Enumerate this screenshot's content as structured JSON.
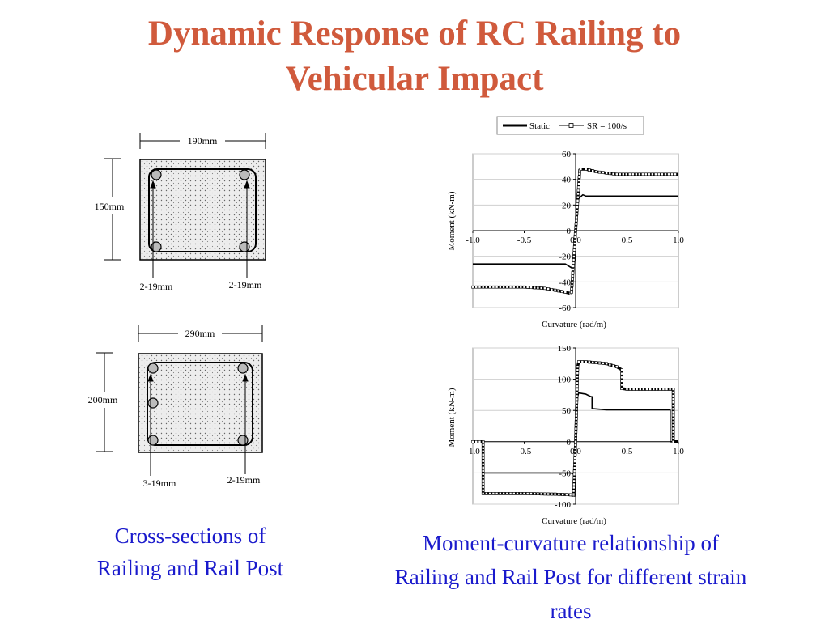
{
  "slide": {
    "title_line1": "Dynamic Response of RC Railing to",
    "title_line2": "Vehicular Impact",
    "caption_left_line1": "Cross-sections of",
    "caption_left_line2": "Railing and Rail Post",
    "caption_right_line1": "Moment-curvature relationship of",
    "caption_right_line2": "Railing and Rail Post for different strain",
    "caption_right_line3": "rates"
  },
  "sections": {
    "railing": {
      "width_label": "190mm",
      "height_label": "150mm",
      "bar_left_label": "2-19mm",
      "bar_right_label": "2-19mm"
    },
    "post": {
      "width_label": "290mm",
      "height_label": "200mm",
      "bar_left_label": "3-19mm",
      "bar_right_label": "2-19mm"
    }
  },
  "colors": {
    "title": "#d05a3c",
    "caption": "#1a1acc"
  },
  "chart_data": [
    {
      "type": "line",
      "xlabel": "Curvature (rad/m)",
      "ylabel": "Moment (kN-m)",
      "xlim": [
        -1.0,
        1.0
      ],
      "ylim": [
        -60,
        60
      ],
      "xticks": [
        "-1.0",
        "-0.5",
        "0.0",
        "0.5",
        "1.0"
      ],
      "yticks": [
        "60",
        "40",
        "20",
        "0",
        "-20",
        "-40",
        "-60"
      ],
      "grid": true,
      "legend": "top",
      "series": [
        {
          "name": "Static",
          "x": [
            -1.0,
            -0.6,
            -0.1,
            -0.04,
            -0.02,
            0.0,
            0.03,
            0.07,
            0.1,
            0.2,
            0.4,
            1.0
          ],
          "y": [
            -26,
            -26,
            -26,
            -29,
            -26,
            0,
            25,
            28,
            27,
            27,
            27,
            27
          ]
        },
        {
          "name": "SR = 100/s",
          "x": [
            -1.0,
            -0.5,
            -0.3,
            -0.1,
            -0.05,
            -0.04,
            0.0,
            0.04,
            0.05,
            0.1,
            0.2,
            0.3,
            0.4,
            1.0
          ],
          "y": [
            -44,
            -44,
            -45,
            -48,
            -49,
            -48,
            0,
            47,
            48,
            48,
            46,
            45,
            44,
            44
          ]
        }
      ]
    },
    {
      "type": "line",
      "xlabel": "Curvature (rad/m)",
      "ylabel": "Moment (kN-m)",
      "xlim": [
        -1.0,
        1.0
      ],
      "ylim": [
        -100,
        150
      ],
      "xticks": [
        "-1.0",
        "-0.5",
        "0.0",
        "0.5",
        "1.0"
      ],
      "yticks": [
        "150",
        "100",
        "50",
        "0",
        "-50",
        "-100"
      ],
      "grid": true,
      "series": [
        {
          "name": "Static",
          "x": [
            -1.0,
            -0.9,
            -0.9,
            -0.1,
            -0.05,
            -0.02,
            -0.02,
            0.0,
            0.02,
            0.03,
            0.1,
            0.15,
            0.16,
            0.16,
            0.3,
            0.92,
            0.92,
            0.95,
            1.0
          ],
          "y": [
            0,
            0,
            -50,
            -50,
            -50,
            -52,
            -50,
            0,
            72,
            78,
            76,
            72,
            72,
            53,
            51,
            51,
            0,
            0,
            0
          ]
        },
        {
          "name": "SR = 100/s",
          "x": [
            -1.0,
            -0.9,
            -0.9,
            -0.5,
            -0.2,
            -0.05,
            -0.02,
            -0.02,
            0.0,
            0.02,
            0.03,
            0.1,
            0.3,
            0.4,
            0.45,
            0.45,
            0.5,
            0.95,
            0.95,
            1.0
          ],
          "y": [
            0,
            0,
            -83,
            -83,
            -84,
            -85,
            -86,
            -84,
            0,
            120,
            128,
            128,
            125,
            120,
            115,
            85,
            84,
            84,
            0,
            0
          ]
        }
      ]
    }
  ]
}
